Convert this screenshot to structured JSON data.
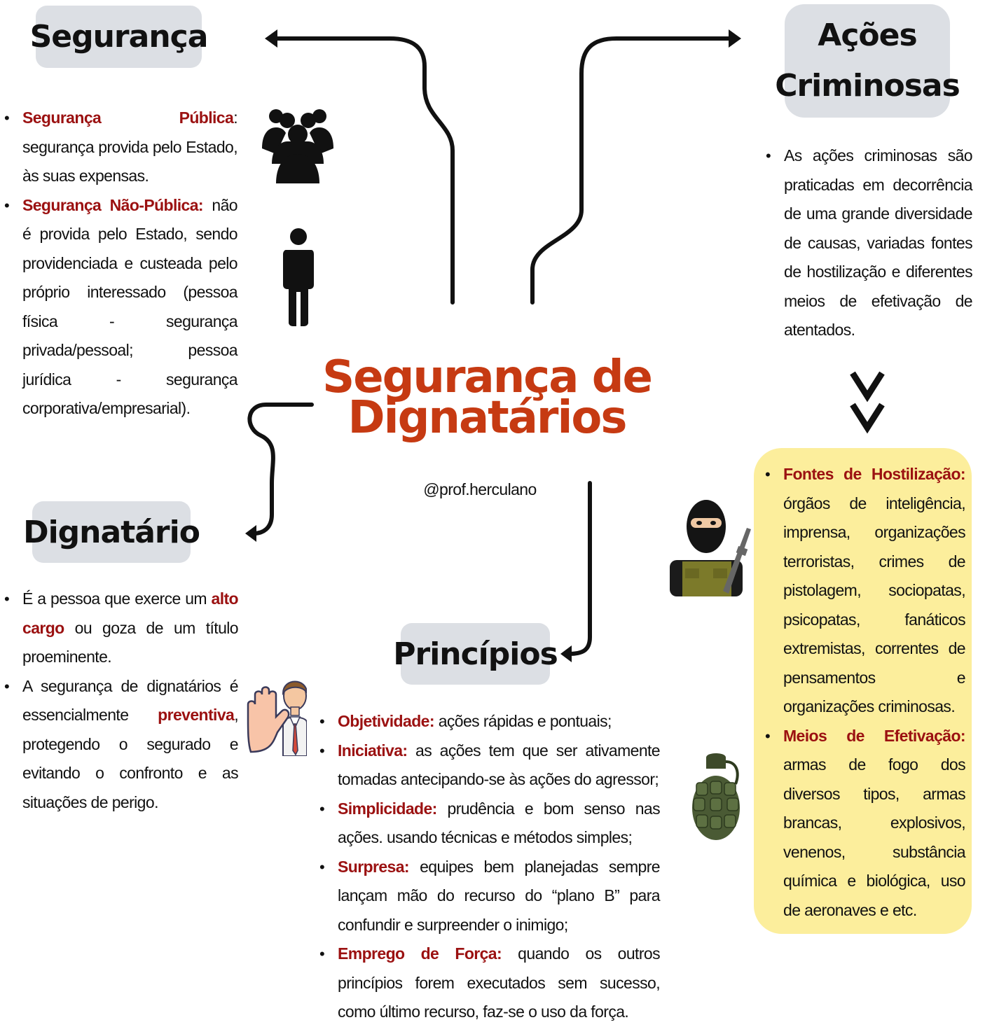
{
  "center": {
    "title": "Segurança de Dignatários",
    "handle": "@prof.herculano"
  },
  "boxes": {
    "seguranca": "Segurança",
    "acoes_line1": "Ações",
    "acoes_line2": "Criminosas",
    "dignatario": "Dignatário",
    "principios": "Princípios"
  },
  "seguranca_items": [
    {
      "term": "Segurança Pública",
      "sep": ": ",
      "text": "segurança provida pelo Estado, às suas expensas."
    },
    {
      "term": "Segurança Não-Pública:",
      "sep": " ",
      "text": "não é provida pelo Estado, sendo providenciada e custeada pelo próprio interessado (pessoa física - segurança privada/pessoal; pessoa jurídica - segurança corporativa/empresarial)."
    }
  ],
  "acoes_text": "As ações criminosas são praticadas em decorrência de uma grande diversidade de causas, variadas fontes de hostilização e diferentes meios de efetivação de atentados.",
  "dignatario_items": {
    "item1_a": "É a pessoa que exerce um ",
    "item1_hl": "alto cargo",
    "item1_b": " ou goza de um título proeminente.",
    "item2_a": "A segurança de dignatários é essencialmente ",
    "item2_hl": "preventiva",
    "item2_b": ", protegendo o segurado e evitando o confronto e as situações de perigo."
  },
  "principios_items": [
    {
      "term": "Objetividade:",
      "text": " ações rápidas e pontuais;"
    },
    {
      "term": "Iniciativa:",
      "text": " as ações tem que ser ativamente tomadas antecipando-se às ações do agressor;"
    },
    {
      "term": "Simplicidade:",
      "text": " prudência e bom senso nas ações. usando técnicas e métodos simples;"
    },
    {
      "term": "Surpresa:",
      "text": " equipes bem planejadas sempre lançam mão do recurso do “plano B” para confundir e surpreender o inimigo;"
    },
    {
      "term": "Emprego de Força:",
      "text": " quando os outros princípios forem executados sem sucesso, como último recurso, faz-se o uso da força."
    }
  ],
  "fontes_items": [
    {
      "term": "Fontes de Hostilização:",
      "text": " órgãos de inteligência, imprensa, organizações terroristas, crimes de pistolagem, sociopatas, psicopatas, fanáticos extremistas, correntes de pensamentos e organizações criminosas."
    },
    {
      "term": "Meios de Efetivação:",
      "text": " armas de fogo dos diversos tipos, armas brancas, explosivos, venenos, substância química e biológica, uso de aeronaves e etc."
    }
  ],
  "colors": {
    "highlight": "#9b1111",
    "title": "#c63a12",
    "box": "#dcdfe4",
    "yellow": "#fcee9c"
  },
  "icons": [
    "group-icon",
    "person-icon",
    "stop-hand-person-icon",
    "terrorist-icon",
    "grenade-icon",
    "double-chevron-down-icon"
  ]
}
